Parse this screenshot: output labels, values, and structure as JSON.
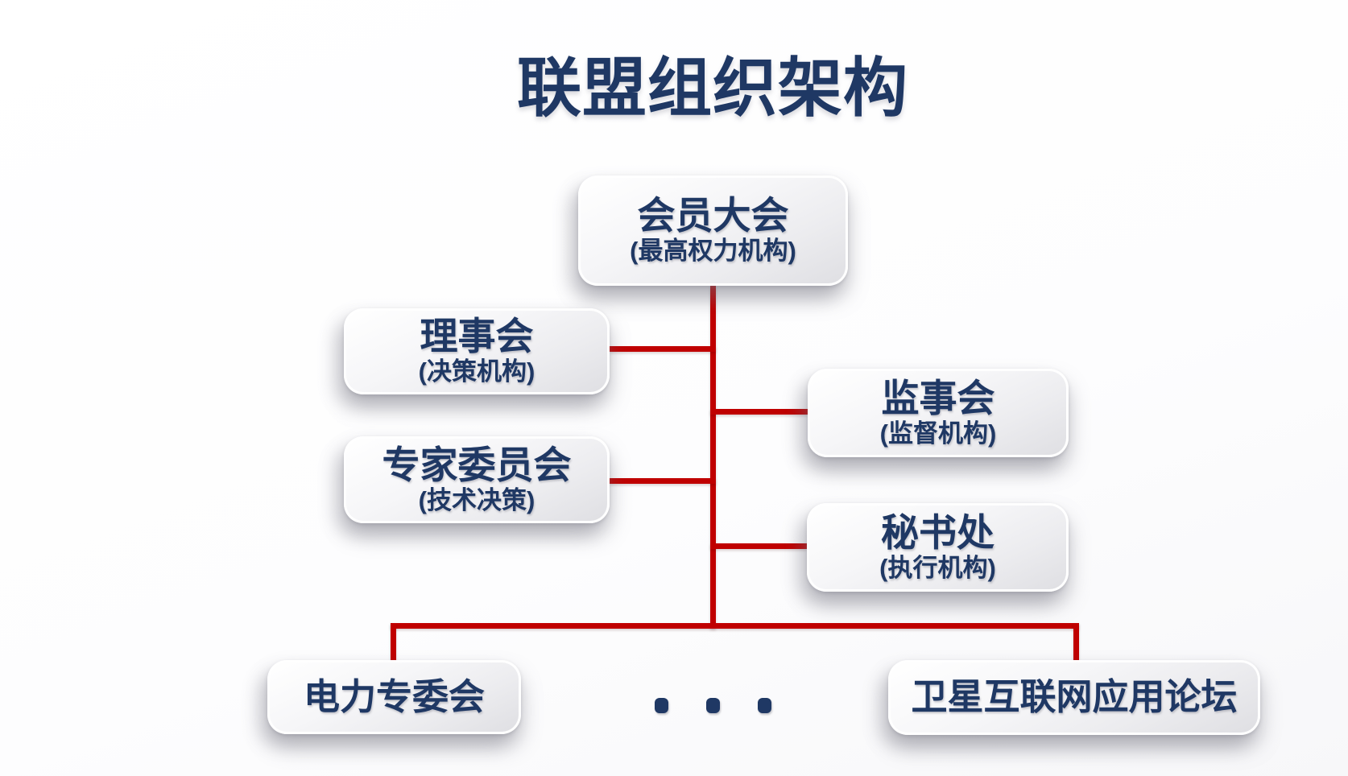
{
  "title": "联盟组织架构",
  "colors": {
    "navy": "#1f3864",
    "red": "#c00000",
    "box_light": "#ffffff",
    "box_dark": "#dfdfe3"
  },
  "org_chart": {
    "root": {
      "name": "会员大会",
      "subtitle": "(最高权力机构)"
    },
    "left_branches": [
      {
        "name": "理事会",
        "subtitle": "(决策机构)"
      },
      {
        "name": "专家委员会",
        "subtitle": "(技术决策)"
      }
    ],
    "right_branches": [
      {
        "name": "监事会",
        "subtitle": "(监督机构)"
      },
      {
        "name": "秘书处",
        "subtitle": "(执行机构)"
      }
    ],
    "bottom_nodes": [
      {
        "name": "电力专委会"
      },
      {
        "name": "卫星互联网应用论坛"
      }
    ],
    "ellipsis_dots": "• • •"
  }
}
